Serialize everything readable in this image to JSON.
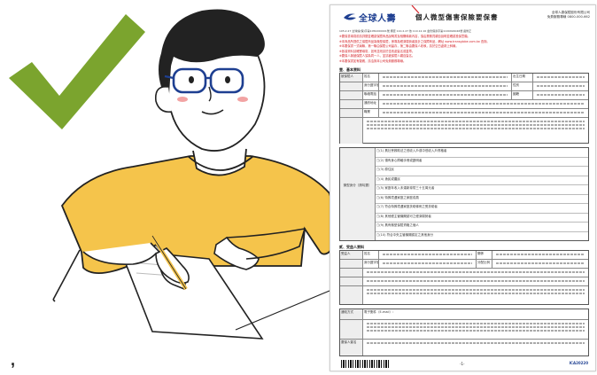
{
  "caption_mark": ",",
  "colors": {
    "check": "#7ba42e",
    "shirt": "#f5c44b",
    "brand_blue": "#1e3f91",
    "alert_red": "#d4242a"
  },
  "form": {
    "brand": "全球人壽",
    "title": "個人微型傷害保險要保書",
    "company_lines": [
      "全球人壽保險股份有限公司",
      "免費服務專線 0800-000-662"
    ],
    "meta": "105.2.27 全球總(保)字第1050200001號 備查  110.2.27 依 110.12.16 金管保壽字第1100494046號 函修正",
    "red_notes": [
      "※要保書填寫前請詳閱並確認保險商品說明書及相關條款內容，須由業務員親自說明並確認投保意願。",
      "※本商品所提供之保險商品為微型保險，係專為經濟弱勢者設計之保障商品，網址 www.transglobe.com.tw 查詢。",
      "※本要保書一式兩聯，第一聯由保險公司留存，第二聯由要保人收執，請於空白處劃上斜線。",
      "※各項資料請確實填寫，如有塗改請於塗改處簽名或蓋章。",
      "※要保人與被保險人須為同一人，並請被保險人親自簽名。",
      "※本要保書如有疑義，請洽詢本公司免費服務專線。"
    ],
    "section1": "壹、基本資料",
    "section2": "貳、受益人資料",
    "fields": {
      "insured": "被保險人",
      "name": "姓名",
      "id_no": "身分證字號",
      "birth": "出生日期",
      "gender": "性別",
      "phone": "聯絡電話",
      "address": "通訊地址",
      "job": "職業",
      "nationality": "國籍",
      "identity": "微型身分（請勾選）",
      "beneficiary": "受益人",
      "relation": "關係",
      "share": "分配比例"
    },
    "identity_rows": [
      "□(1) 具社會救助法之低收入戶或中低收入戶資格者",
      "□(2) 領有身心障礙手冊或證明者",
      "□(3) 原住民",
      "□(4) 漁民或農民",
      "□(5) 家庭年收入未達新臺幣三十五萬元者",
      "□(6) 特殊境遇家庭之家庭成員",
      "□(7) 符合特殊境遇家庭扶助條例之受扶助者",
      "□(8) 其他經主管機關認可之經濟弱勢者",
      "□(9) 具有微型保險資格之個人",
      "□(10) 符合中央主管機關認定之其他身分"
    ],
    "notify": "通知方式",
    "notify_text": "電子郵件（E-mail）：",
    "sign_title": "要保人簽名",
    "page_no": "-1-",
    "footer_code": "ICA20220"
  }
}
